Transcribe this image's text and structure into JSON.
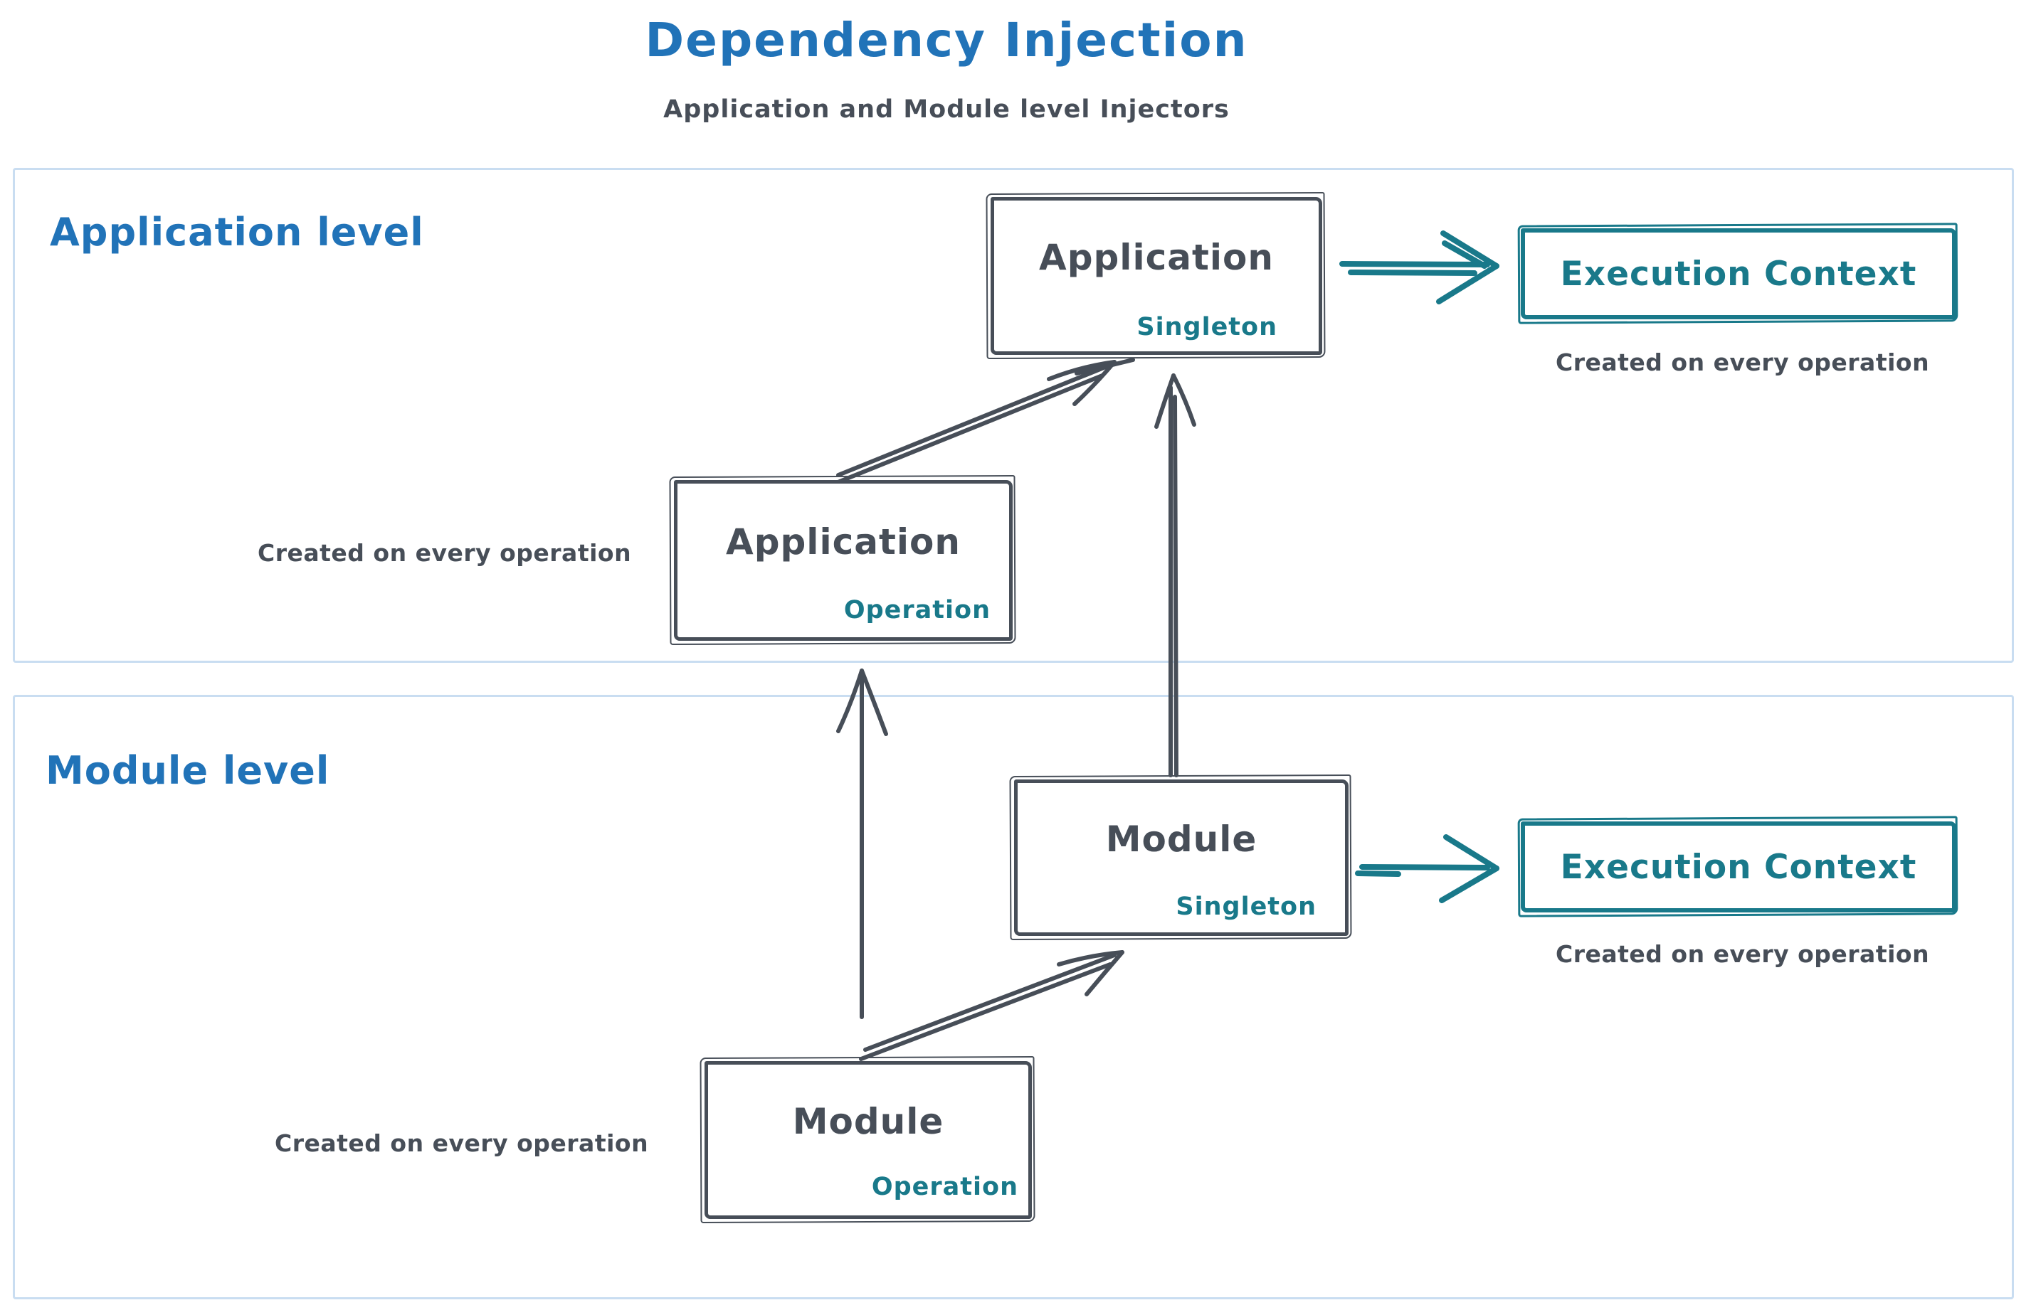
{
  "title": "Dependency Injection",
  "subtitle": "Application and Module level Injectors",
  "sections": {
    "application": {
      "label": "Application level"
    },
    "module": {
      "label": "Module level"
    }
  },
  "nodes": {
    "app_singleton": {
      "title": "Application",
      "badge": "Singleton"
    },
    "app_operation": {
      "title": "Application",
      "badge": "Operation"
    },
    "module_singleton": {
      "title": "Module",
      "badge": "Singleton"
    },
    "module_operation": {
      "title": "Module",
      "badge": "Operation"
    },
    "exec_context_app": {
      "title": "Execution Context",
      "caption": "Created on every operation"
    },
    "exec_context_module": {
      "title": "Execution Context",
      "caption": "Created on every operation"
    }
  },
  "captions": {
    "app_operation": "Created on every operation",
    "module_operation": "Created on every operation"
  },
  "colors": {
    "accent_blue": "#2173b8",
    "ink_dark": "#474e58",
    "accent_teal": "#19798a",
    "section_border": "#c9ddf1"
  }
}
